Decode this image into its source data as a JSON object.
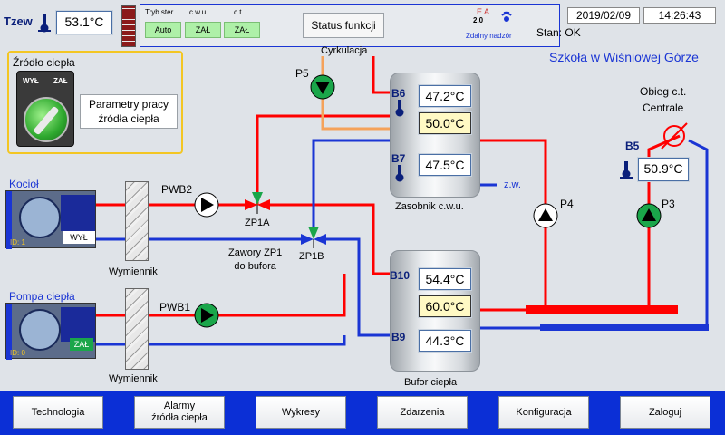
{
  "tzew": {
    "label": "Tzew",
    "value": "53.1°C"
  },
  "modes": {
    "headers": [
      "Tryb ster.",
      "c.w.u.",
      "c.t."
    ],
    "values": [
      "Auto",
      "ZAŁ",
      "ZAŁ"
    ]
  },
  "status_button": "Status funkcji",
  "remote": {
    "logo_top": "E A",
    "logo_ver": "2.0",
    "label": "Zdalny nadzór"
  },
  "datetime": {
    "date": "2019/02/09",
    "time": "14:26:43"
  },
  "stan": "Stan: OK",
  "site_title": "Szkoła w Wiśniowej Górze",
  "source_panel": {
    "title": "Źródło ciepła",
    "off": "WYŁ",
    "on": "ZAŁ",
    "param_button": "Parametry pracy\nźródła ciepła"
  },
  "labels": {
    "cyrkulacja": "Cyrkulacja",
    "p5": "P5",
    "p4": "P4",
    "p3": "P3",
    "obieg": "Obieg c.t.\nCentrale",
    "zw": "z.w.",
    "zasobnik": "Zasobnik c.w.u.",
    "bufor": "Bufor ciepła",
    "pwb2": "PWB2",
    "pwb1": "PWB1",
    "zp1a": "ZP1A",
    "zp1b": "ZP1B",
    "zawory": "Zawory ZP1\ndo bufora",
    "wymiennik": "Wymiennik",
    "kociol": "Kocioł",
    "pompa": "Pompa ciepła",
    "kociol_id": "ID: 1",
    "pompa_id": "ID: 0",
    "kociol_state": "WYŁ",
    "pompa_state": "ZAŁ"
  },
  "sensors": {
    "b6": {
      "name": "B6",
      "value": "47.2°C"
    },
    "b6b": {
      "value": "50.0°C"
    },
    "b7": {
      "name": "B7",
      "value": "47.5°C"
    },
    "b5": {
      "name": "B5",
      "value": "50.9°C"
    },
    "b10": {
      "name": "B10",
      "value": "54.4°C"
    },
    "b10b": {
      "value": "60.0°C"
    },
    "b9": {
      "name": "B9",
      "value": "44.3°C"
    }
  },
  "nav": [
    "Technologia",
    "Alarmy\nźródła ciepła",
    "Wykresy",
    "Zdarzenia",
    "Konfiguracja",
    "Zaloguj"
  ],
  "colors": {
    "hot": "#ff0000",
    "cold": "#1a35d4",
    "pump_green": "#1aa64a",
    "nav_bar": "#0b2fd6",
    "accent_yellow": "#f3c623"
  }
}
